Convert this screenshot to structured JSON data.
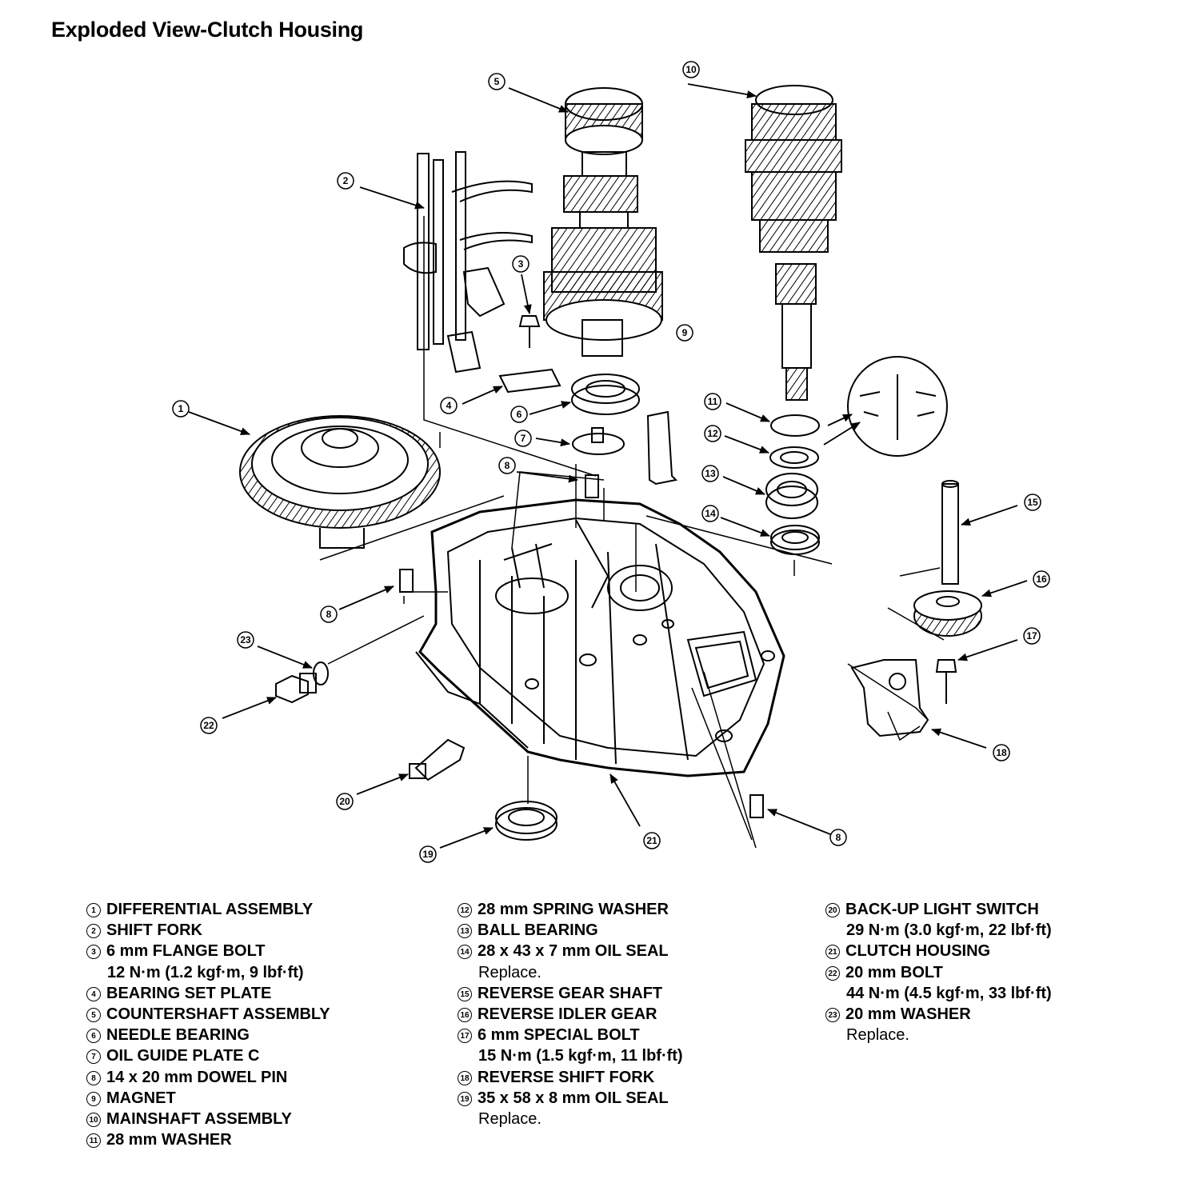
{
  "title": "Exploded View-Clutch Housing",
  "callouts": [
    "1",
    "2",
    "3",
    "4",
    "5",
    "6",
    "7",
    "8",
    "9",
    "10",
    "11",
    "12",
    "13",
    "14",
    "15",
    "16",
    "17",
    "18",
    "19",
    "20",
    "21",
    "22",
    "23"
  ],
  "legend": {
    "col1": [
      {
        "num": "1",
        "name": "DIFFERENTIAL ASSEMBLY"
      },
      {
        "num": "2",
        "name": "SHIFT FORK"
      },
      {
        "num": "3",
        "name": "6 mm FLANGE BOLT",
        "spec": "12 N·m (1.2 kgf·m, 9 lbf·ft)"
      },
      {
        "num": "4",
        "name": "BEARING SET PLATE"
      },
      {
        "num": "5",
        "name": "COUNTERSHAFT ASSEMBLY"
      },
      {
        "num": "6",
        "name": "NEEDLE BEARING"
      },
      {
        "num": "7",
        "name": "OIL GUIDE PLATE C"
      },
      {
        "num": "8",
        "name": "14 x 20 mm DOWEL PIN"
      },
      {
        "num": "9",
        "name": "MAGNET"
      },
      {
        "num": "10",
        "name": "MAINSHAFT ASSEMBLY"
      },
      {
        "num": "11",
        "name": "28 mm WASHER"
      }
    ],
    "col2": [
      {
        "num": "12",
        "name": "28 mm SPRING WASHER"
      },
      {
        "num": "13",
        "name": "BALL BEARING"
      },
      {
        "num": "14",
        "name": "28 x 43 x 7 mm OIL SEAL",
        "note": "Replace."
      },
      {
        "num": "15",
        "name": "REVERSE GEAR SHAFT"
      },
      {
        "num": "16",
        "name": "REVERSE IDLER GEAR"
      },
      {
        "num": "17",
        "name": "6 mm SPECIAL BOLT",
        "spec": "15 N·m (1.5 kgf·m, 11 lbf·ft)"
      },
      {
        "num": "18",
        "name": "REVERSE SHIFT FORK"
      },
      {
        "num": "19",
        "name": "35 x 58 x 8 mm OIL SEAL",
        "note": "Replace."
      }
    ],
    "col3": [
      {
        "num": "20",
        "name": "BACK-UP LIGHT SWITCH",
        "spec": "29 N·m (3.0 kgf·m, 22 lbf·ft)"
      },
      {
        "num": "21",
        "name": "CLUTCH HOUSING"
      },
      {
        "num": "22",
        "name": "20 mm BOLT",
        "spec": "44 N·m (4.5 kgf·m, 33 lbf·ft)"
      },
      {
        "num": "23",
        "name": "20 mm WASHER",
        "note": "Replace."
      }
    ]
  }
}
